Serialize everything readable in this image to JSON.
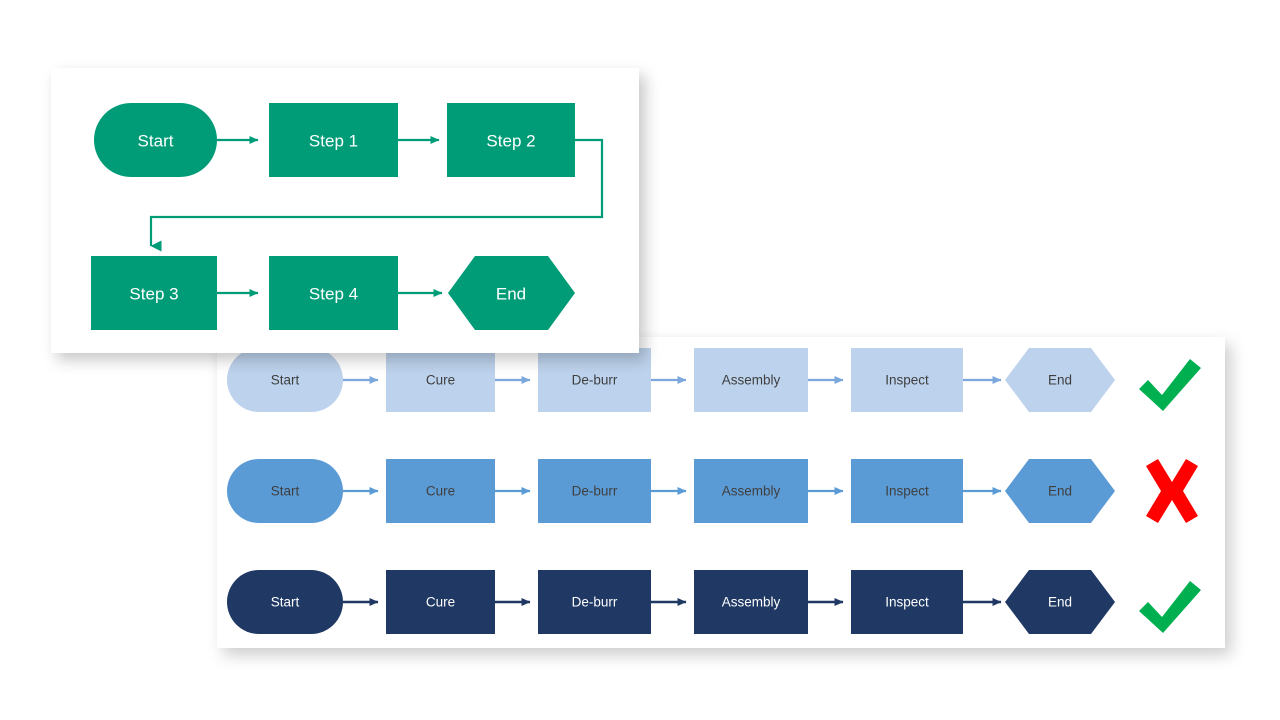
{
  "background_color": "#ffffff",
  "cards": {
    "green_card": {
      "name": "green-flowchart-card",
      "background": "#ffffff",
      "accent_color": "#009B77",
      "label_color": "#ffffff",
      "connector_color": "#009B77",
      "nodes": [
        {
          "id": "start",
          "label": "Start",
          "shape": "terminator-rounded"
        },
        {
          "id": "step1",
          "label": "Step 1",
          "shape": "rectangle"
        },
        {
          "id": "step2",
          "label": "Step 2",
          "shape": "rectangle"
        },
        {
          "id": "step3",
          "label": "Step 3",
          "shape": "rectangle"
        },
        {
          "id": "step4",
          "label": "Step 4",
          "shape": "rectangle"
        },
        {
          "id": "end",
          "label": "End",
          "shape": "hexagon"
        }
      ],
      "connectors": [
        {
          "from": "start",
          "to": "step1",
          "style": "straight-arrow"
        },
        {
          "from": "step1",
          "to": "step2",
          "style": "straight-arrow"
        },
        {
          "from": "step2",
          "to": "step3",
          "style": "elbow-arrow"
        },
        {
          "from": "step3",
          "to": "step4",
          "style": "straight-arrow"
        },
        {
          "from": "step4",
          "to": "end",
          "style": "straight-arrow"
        }
      ]
    },
    "blue_card": {
      "name": "process-variants-card",
      "background": "#ffffff",
      "node_labels": [
        "Start",
        "Cure",
        "De-burr",
        "Assembly",
        "Inspect",
        "End"
      ],
      "node_shapes": [
        "terminator-rounded",
        "rectangle",
        "rectangle",
        "rectangle",
        "rectangle",
        "hexagon"
      ],
      "rows": [
        {
          "id": "row-light",
          "fill": "#BDD2EC",
          "arrow_color": "#7BA7DC",
          "label_color": "#3f3f3f",
          "status": "pass",
          "status_icon": "check-icon",
          "status_color": "#00B050"
        },
        {
          "id": "row-medium",
          "fill": "#5B9BD5",
          "arrow_color": "#5B9BD5",
          "label_color": "#3f3f3f",
          "status": "fail",
          "status_icon": "cross-icon",
          "status_color": "#FF0000"
        },
        {
          "id": "row-dark",
          "fill": "#1F3864",
          "arrow_color": "#1F3864",
          "label_color": "#ffffff",
          "status": "pass",
          "status_icon": "check-icon",
          "status_color": "#00B050"
        }
      ]
    }
  }
}
